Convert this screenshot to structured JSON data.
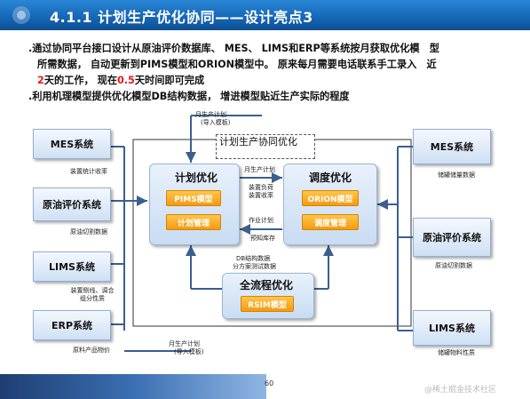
{
  "header": {
    "title": "4.1.1 计划生产优化协同——设计亮点3"
  },
  "bullets": {
    "b1_line1": "通过协同平台接口设计从原油评价数据库、 MES、 LIMS和ERP等系统按月获取优化模　型",
    "b1_line2": "所需数据， 自动更新到PIMS模型和ORION模型中。 原来每月需要电话联系手工录入　近",
    "b1_line3_num": "2",
    "b1_line3_mid": "天的工作， 现在",
    "b1_line3_num2": "0.5",
    "b1_line3_end": "天时间即可完成",
    "b2": "利用机理模型提供优化模型DB结构数据， 增进模型贴近生产实际的程度"
  },
  "diagram": {
    "center_label": "计划生产协同优化",
    "left_systems": [
      {
        "label": "MES系统",
        "caption": "装置统计收率"
      },
      {
        "label": "原油评价系统",
        "caption": "原油切割数据"
      },
      {
        "label": "LIMS系统",
        "caption": "装置侧线、调合组分性质"
      },
      {
        "label": "ERP系统",
        "caption": "原料产品物价"
      }
    ],
    "right_systems": [
      {
        "label": "MES系统",
        "caption": "储罐储量数据"
      },
      {
        "label": "原油评价系统",
        "caption": "原油切割数据"
      },
      {
        "label": "LIMS系统",
        "caption": "储罐物料性质"
      }
    ],
    "plan": {
      "title": "计划优化",
      "btn1": "PIMS模型",
      "btn2": "计划管理"
    },
    "schedule": {
      "title": "调度优化",
      "btn1": "ORION模型",
      "btn2": "调度管理"
    },
    "fullflow": {
      "title": "全流程优化",
      "btn1": "RSIM模型"
    },
    "annotations": {
      "top_plan": "月生产计划",
      "top_plan_sub": "(导入模板)",
      "arrow_right_1": "月生产计划",
      "arrow_right_2": "装置负荷",
      "arrow_right_3": "装置收率",
      "arrow_left_1": "作业计划",
      "arrow_left_2": "预知库存",
      "db_1": "DB结构数据",
      "db_2": "分方案测试数据",
      "bottom_plan": "月生产计划",
      "bottom_plan_sub": "(导入模板)"
    }
  },
  "footer": {
    "page_number": "60",
    "watermark": "@稀土掘金技术社区"
  }
}
